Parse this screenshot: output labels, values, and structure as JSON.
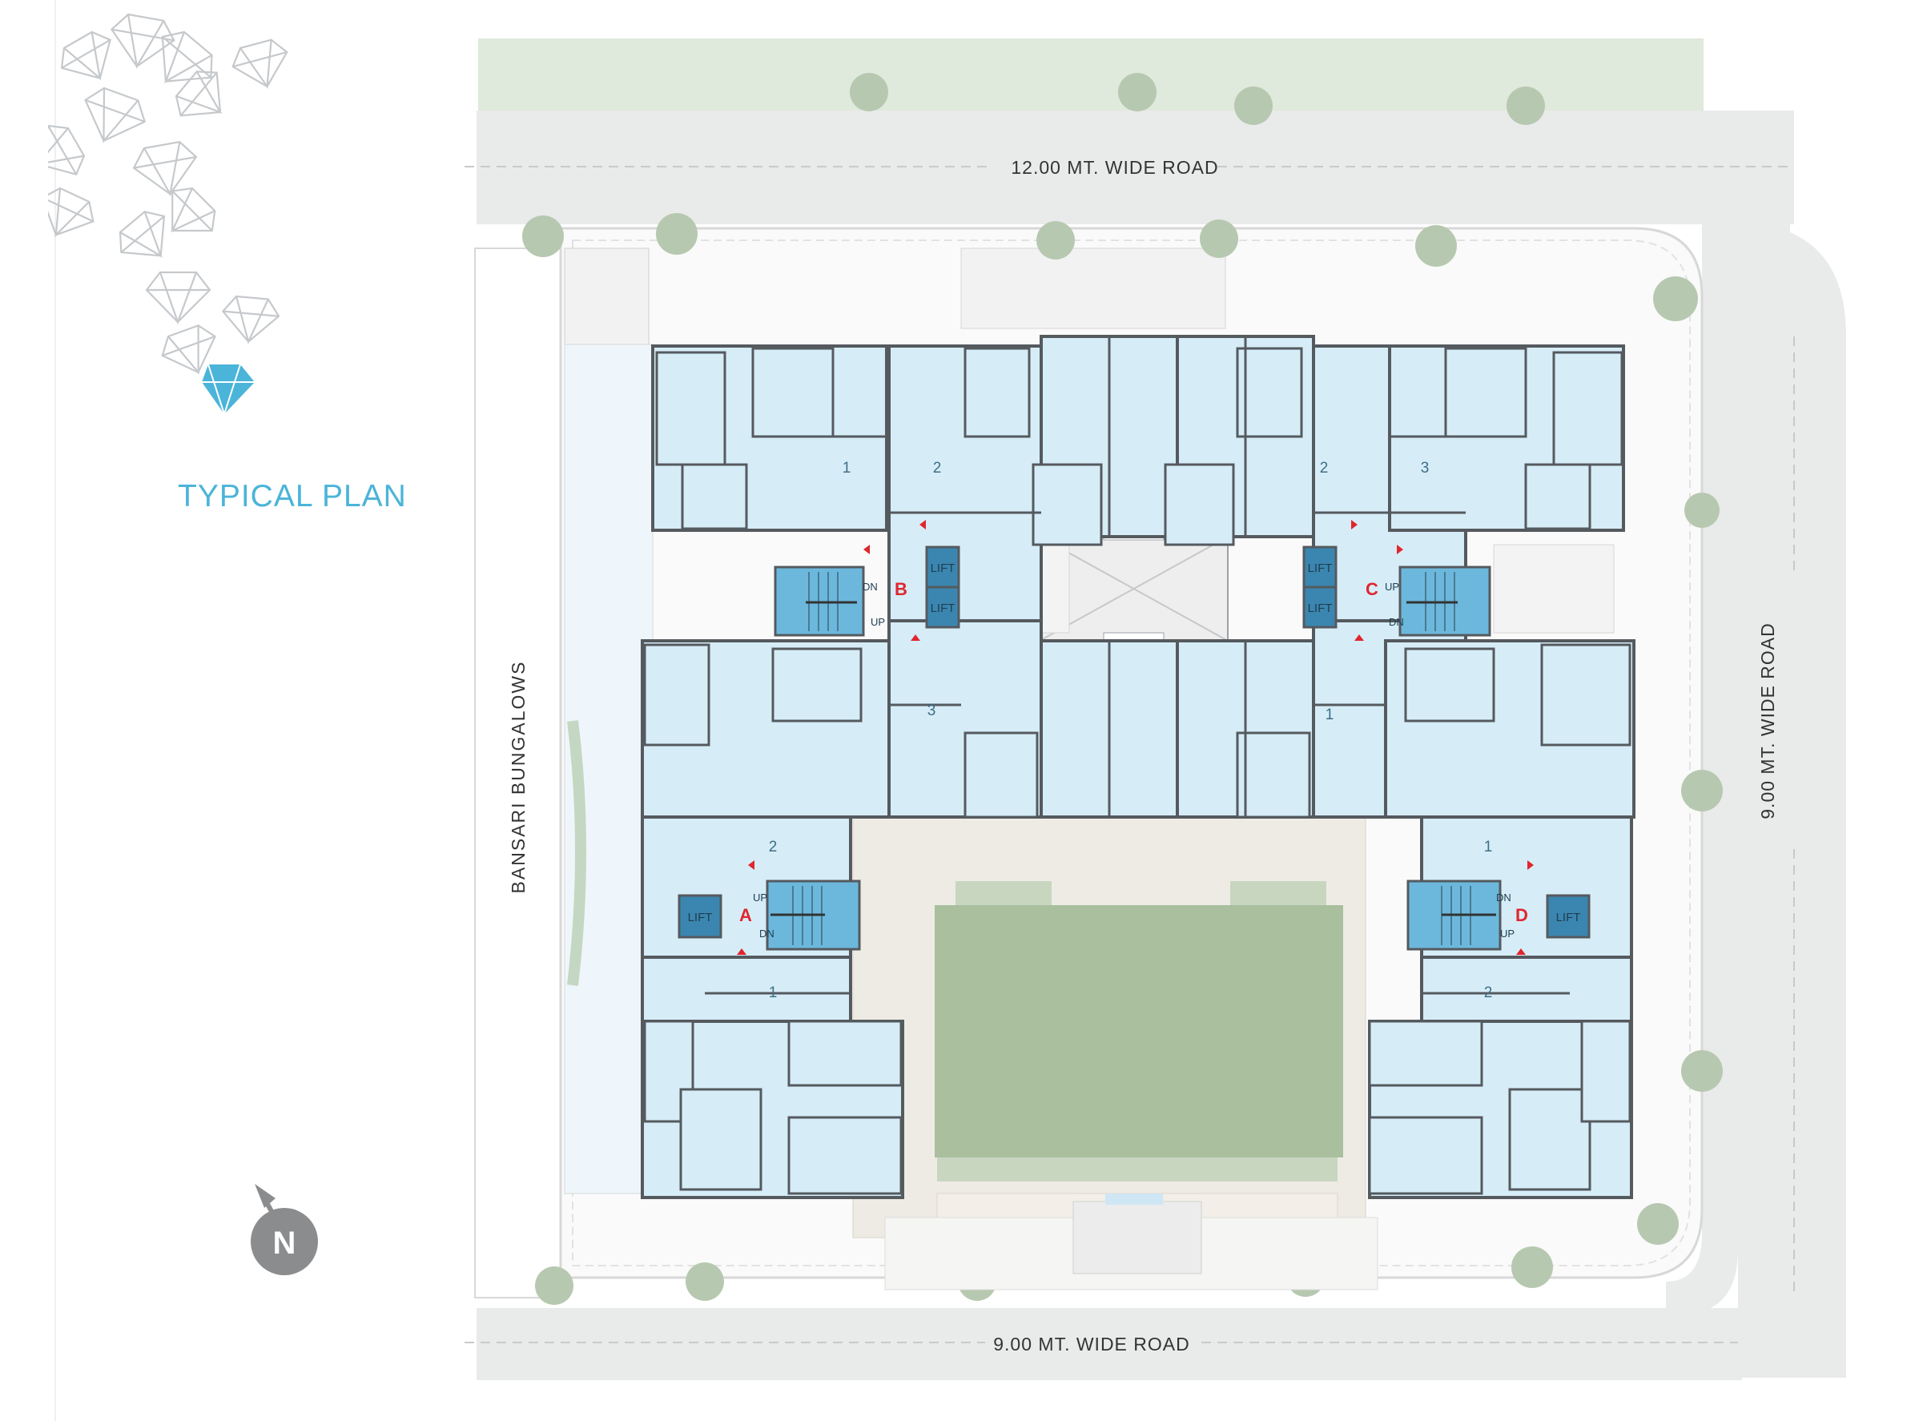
{
  "title": "TYPICAL PLAN",
  "roads": {
    "north": "12.00 MT. WIDE ROAD",
    "south": "9.00 MT. WIDE ROAD",
    "east": "9.00 MT. WIDE ROAD"
  },
  "neighbour_west": "BANSARI  BUNGALOWS",
  "compass": {
    "label": "N"
  },
  "cores": [
    {
      "letter": "B",
      "lifts": [
        "LIFT",
        "LIFT"
      ],
      "stair": [
        "DN",
        "UP"
      ]
    },
    {
      "letter": "C",
      "lifts": [
        "LIFT",
        "LIFT"
      ],
      "stair": [
        "UP",
        "DN"
      ]
    },
    {
      "letter": "A",
      "lifts": [
        "LIFT"
      ],
      "stair": [
        "UP",
        "DN"
      ]
    },
    {
      "letter": "D",
      "lifts": [
        "LIFT"
      ],
      "stair": [
        "DN",
        "UP"
      ]
    }
  ],
  "unit_numbers": [
    "1",
    "2",
    "2",
    "3",
    "3",
    "1",
    "2",
    "1",
    "1",
    "2"
  ],
  "colors": {
    "unit_fill": "#d6edf8",
    "unit_wall": "#555a5f",
    "core_fill": "#6cb8dd",
    "core_letter": "#e0262e",
    "road": "#e9eaea",
    "greenery": "#dfe9dc",
    "lawn": "#a9bf9d",
    "accent": "#4bb4d9",
    "compass": "#8b8c8e"
  }
}
